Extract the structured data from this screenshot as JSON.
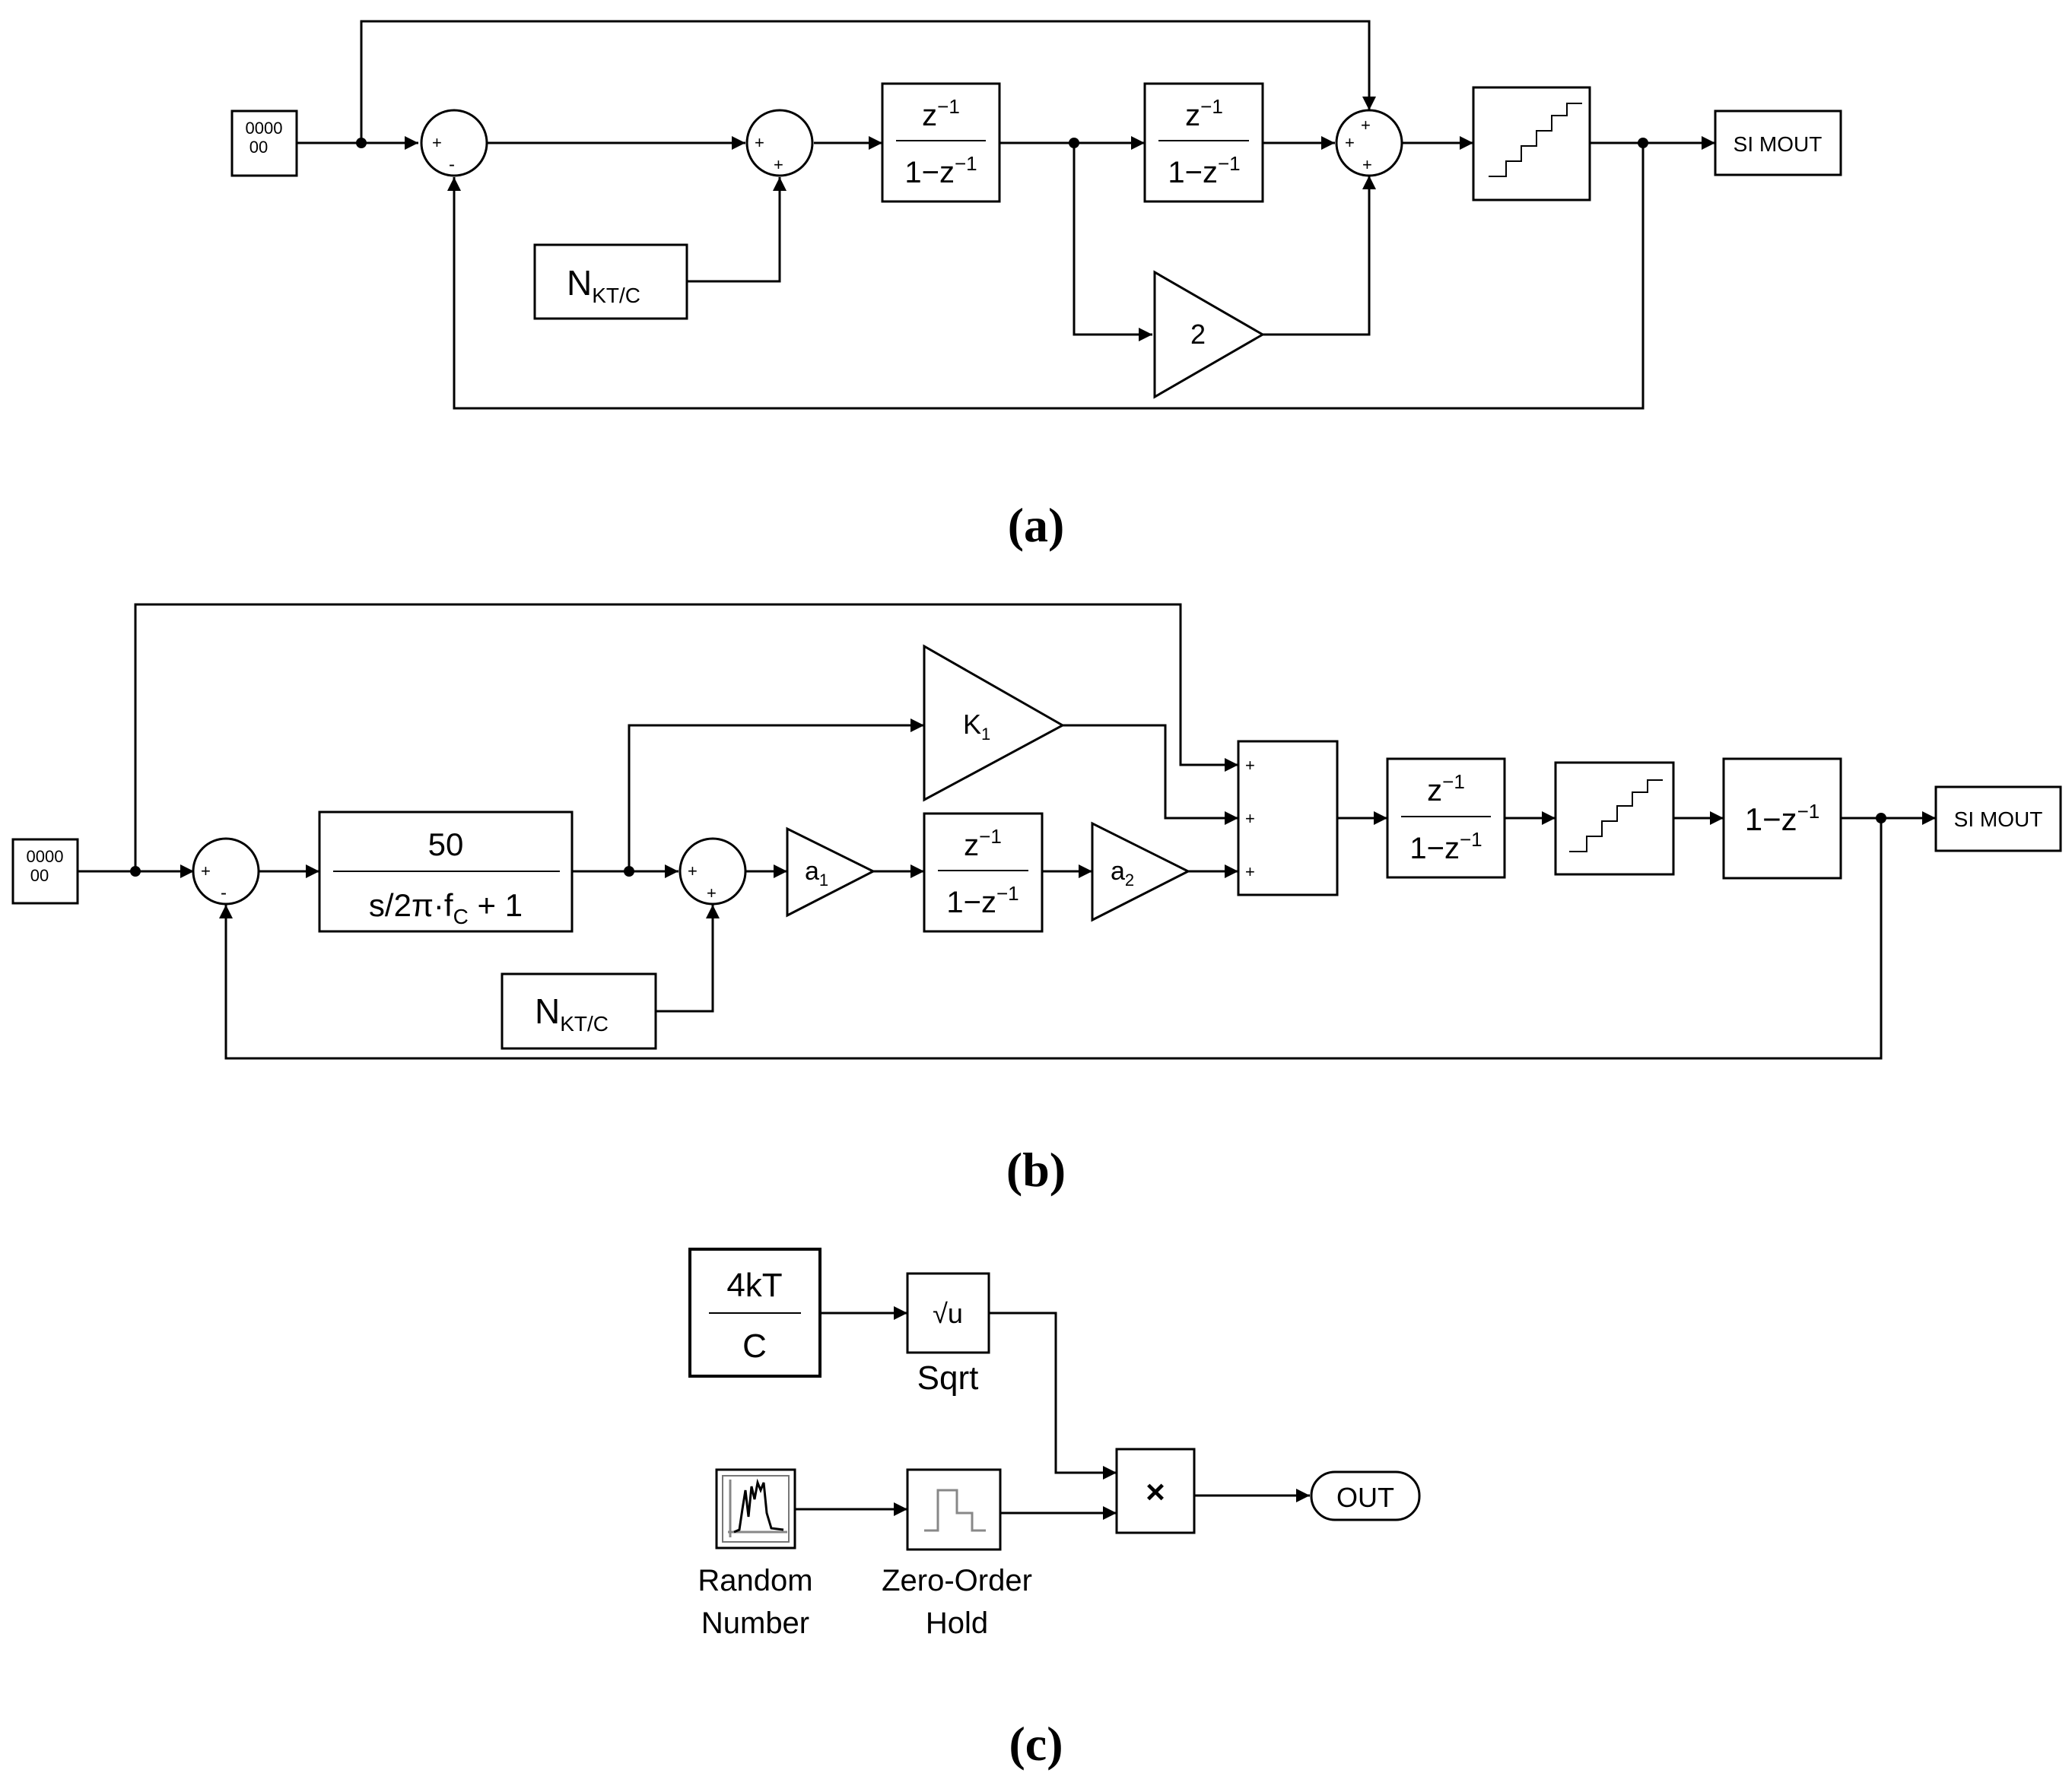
{
  "figure_a": {
    "caption": "(a)",
    "source_digits": [
      "0000",
      "00"
    ],
    "sum1_signs": [
      "+",
      "-"
    ],
    "sum2_signs": [
      "+",
      "+"
    ],
    "integrator_num": "z",
    "integrator_sup": "−1",
    "integrator_den": "1−z",
    "noise_main": "N",
    "noise_sub": "KT/C",
    "gain": "2",
    "sum3_signs": [
      "+",
      "+",
      "+"
    ],
    "sink": "SI MOUT"
  },
  "figure_b": {
    "caption": "(b)",
    "source_digits": [
      "0000",
      "00"
    ],
    "sum1_signs": [
      "+",
      "-"
    ],
    "tf_num": "50",
    "tf_den_main": "s/2π·f",
    "tf_den_sub": "C",
    "tf_den_tail": " + 1",
    "sum2_signs": [
      "+",
      "+"
    ],
    "gain_a1_main": "a",
    "gain_a1_sub": "1",
    "gain_k1_main": "K",
    "gain_k1_sub": "1",
    "gain_a2_main": "a",
    "gain_a2_sub": "2",
    "integrator_num": "z",
    "integrator_sup": "−1",
    "integrator_den": "1−z",
    "multi_sum_signs": [
      "+",
      "+",
      "+"
    ],
    "noise_main": "N",
    "noise_sub": "KT/C",
    "diff_main": "1−z",
    "diff_sup": "−1",
    "sink": "SI MOUT"
  },
  "figure_c": {
    "caption": "(c)",
    "const_num": "4kT",
    "const_den": "C",
    "sqrt_symbol": "√u",
    "sqrt_label": "Sqrt",
    "random_label_1": "Random",
    "random_label_2": "Number",
    "zoh_label_1": "Zero-Order",
    "zoh_label_2": "Hold",
    "product_symbol": "×",
    "out_port": "OUT"
  }
}
